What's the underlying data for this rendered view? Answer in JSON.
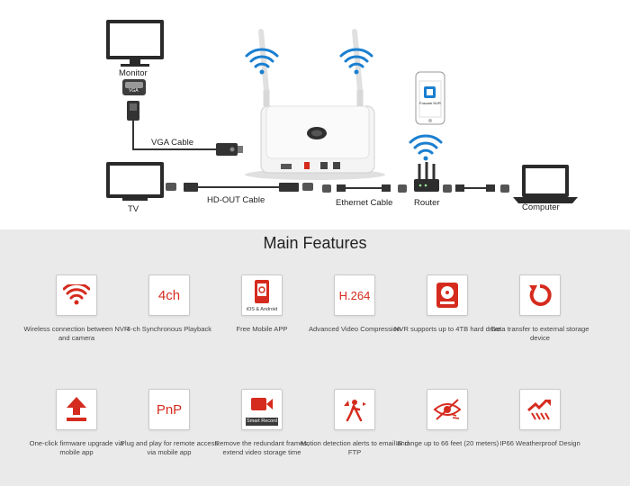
{
  "diagram": {
    "monitor_label": "Monitor",
    "tv_label": "TV",
    "vga_label": "VGA Cable",
    "hdout_label": "HD-OUT Cable",
    "ethernet_label": "Ethernet Cable",
    "router_label": "Router",
    "computer_label": "Computer",
    "vga_port_text": "VGA",
    "app_label": "Foscam NVR"
  },
  "features": {
    "title": "Main Features",
    "items": [
      {
        "icon": "wifi-icon",
        "caption": "Wireless connection between NVR and camera"
      },
      {
        "icon": "four-channel-icon",
        "tile_text": "4ch",
        "caption": "4-ch Synchronous Playback"
      },
      {
        "icon": "mobile-app-icon",
        "badge": "iOS & Android",
        "caption": "Free Mobile APP"
      },
      {
        "icon": "h264-icon",
        "tile_text": "H.264",
        "caption": "Advanced Video Compression"
      },
      {
        "icon": "hard-drive-icon",
        "caption": "NVR supports up to 4TB hard drive"
      },
      {
        "icon": "data-transfer-icon",
        "caption": "Data transfer to external storage device"
      },
      {
        "icon": "firmware-upgrade-icon",
        "caption": "One-click firmware upgrade via mobile app"
      },
      {
        "icon": "pnp-icon",
        "tile_text": "PnP",
        "caption": "Plug and play for remote access via mobile app"
      },
      {
        "icon": "smart-record-icon",
        "badge": "Smart Record",
        "caption": "Remove the redundant frames, extend video storage time"
      },
      {
        "icon": "motion-alert-icon",
        "caption": "Motion detection alerts to email and FTP"
      },
      {
        "icon": "ir-range-icon",
        "caption": "IR range up to 66 feet (20 meters)"
      },
      {
        "icon": "weatherproof-icon",
        "caption": "IP66 Weatherproof Design"
      }
    ]
  },
  "colors": {
    "accent": "#d52b1e",
    "wifi_blue": "#1a7fd0",
    "panel_bg": "#eaeaea"
  }
}
